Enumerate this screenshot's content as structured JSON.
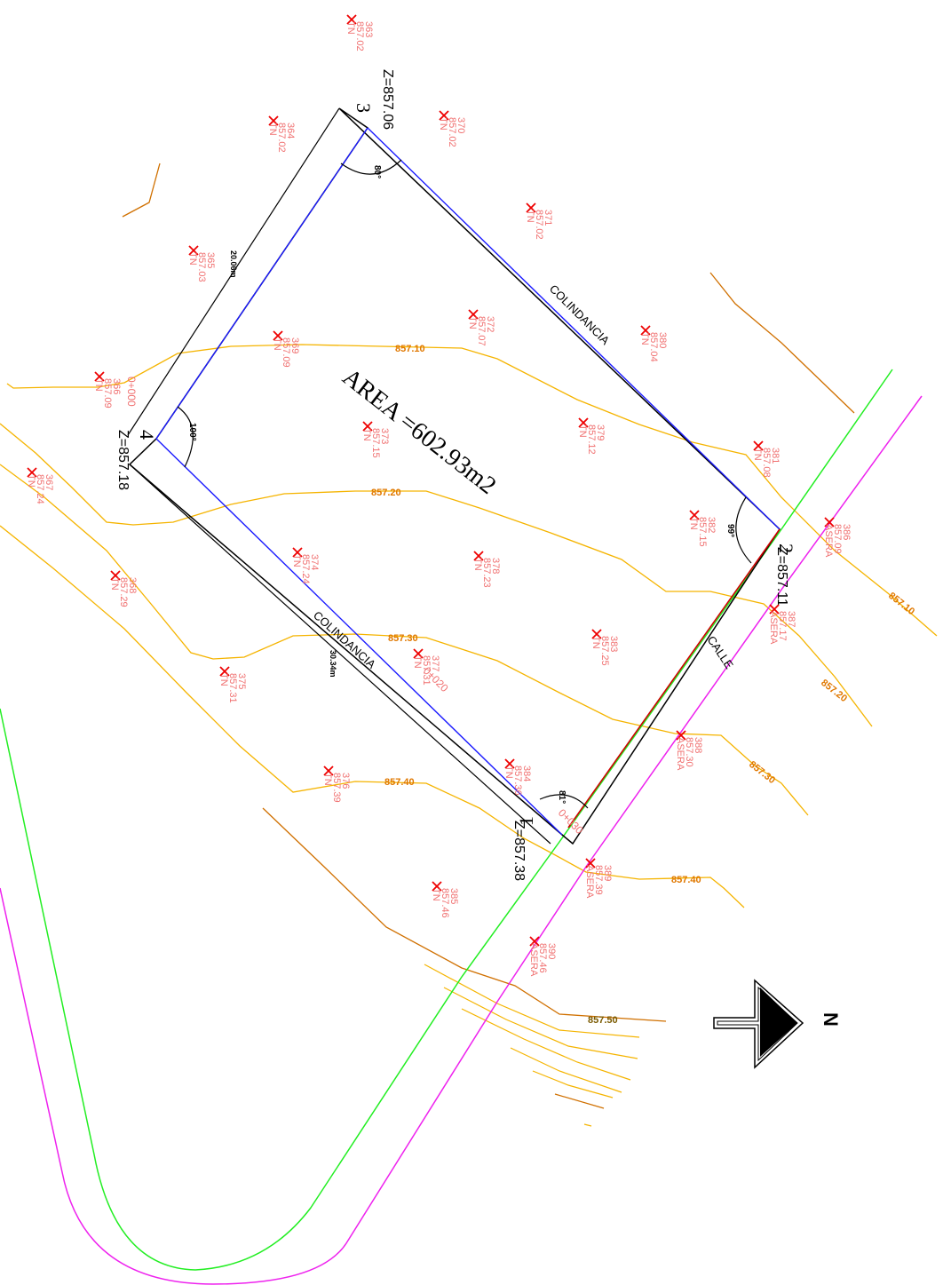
{
  "plan": {
    "area_label": "AREA =602.93m2",
    "north_label": "N",
    "vertices": [
      {
        "num": "1",
        "z": "Z=857.38",
        "angle": "81°"
      },
      {
        "num": "2",
        "z": "Z=857.11",
        "angle": "99°"
      },
      {
        "num": "3",
        "z": "Z=857.06",
        "angle": "80°"
      },
      {
        "num": "4",
        "z": "Z=857.18",
        "angle": "100°"
      }
    ],
    "sides": [
      {
        "label": "CALLE"
      },
      {
        "label": "COLINDANCIA"
      },
      {
        "label": "COLINDANCIA"
      }
    ],
    "dimensions": [
      "20.06m",
      "30.34m"
    ],
    "stations": [
      "0+000",
      "0+020",
      "0+030"
    ],
    "contours": [
      "857.10",
      "857.20",
      "857.30",
      "857.40",
      "857.50"
    ],
    "points": [
      {
        "id": "363",
        "elev": "857.02",
        "code": "TN"
      },
      {
        "id": "364",
        "elev": "857.02",
        "code": "TN"
      },
      {
        "id": "365",
        "elev": "857.03",
        "code": "TN"
      },
      {
        "id": "366",
        "elev": "857.09",
        "code": "TN"
      },
      {
        "id": "367",
        "elev": "857.24",
        "code": "TN"
      },
      {
        "id": "368",
        "elev": "857.29",
        "code": "TN"
      },
      {
        "id": "369",
        "elev": "857.09",
        "code": "TN"
      },
      {
        "id": "370",
        "elev": "857.02",
        "code": "TN"
      },
      {
        "id": "371",
        "elev": "857.02",
        "code": "TN"
      },
      {
        "id": "372",
        "elev": "857.07",
        "code": "TN"
      },
      {
        "id": "373",
        "elev": "857.15",
        "code": "TN"
      },
      {
        "id": "374",
        "elev": "857.24",
        "code": "TN"
      },
      {
        "id": "375",
        "elev": "857.31",
        "code": "TN"
      },
      {
        "id": "376",
        "elev": "857.39",
        "code": "TN"
      },
      {
        "id": "377",
        "elev": "857.31",
        "code": "TN"
      },
      {
        "id": "378",
        "elev": "857.23",
        "code": "TN"
      },
      {
        "id": "379",
        "elev": "857.12",
        "code": "TN"
      },
      {
        "id": "380",
        "elev": "857.04",
        "code": "TN"
      },
      {
        "id": "381",
        "elev": "857.08",
        "code": "TN"
      },
      {
        "id": "382",
        "elev": "857.15",
        "code": "TN"
      },
      {
        "id": "383",
        "elev": "857.25",
        "code": "TN"
      },
      {
        "id": "384",
        "elev": "857.36",
        "code": "TN"
      },
      {
        "id": "385",
        "elev": "857.46",
        "code": "TN"
      },
      {
        "id": "386",
        "elev": "857.09",
        "code": "ASERA"
      },
      {
        "id": "387",
        "elev": "857.17",
        "code": "ASERA"
      },
      {
        "id": "388",
        "elev": "857.30",
        "code": "ASERA"
      },
      {
        "id": "389",
        "elev": "857.39",
        "code": "ASERA"
      },
      {
        "id": "390",
        "elev": "857.46",
        "code": "ASERA"
      }
    ]
  }
}
